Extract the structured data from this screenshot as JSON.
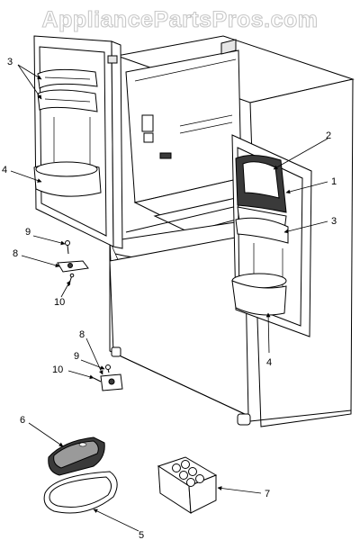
{
  "watermark": "AppliancePartsPros.com",
  "callouts": {
    "c1": "1",
    "c2": "2",
    "c3_left": "3",
    "c3_right": "3",
    "c4_left": "4",
    "c4_right": "4",
    "c5": "5",
    "c6": "6",
    "c7": "7",
    "c8_upper": "8",
    "c8_lower": "8",
    "c9_upper": "9",
    "c9_lower": "9",
    "c10_upper": "10",
    "c10_lower": "10"
  }
}
